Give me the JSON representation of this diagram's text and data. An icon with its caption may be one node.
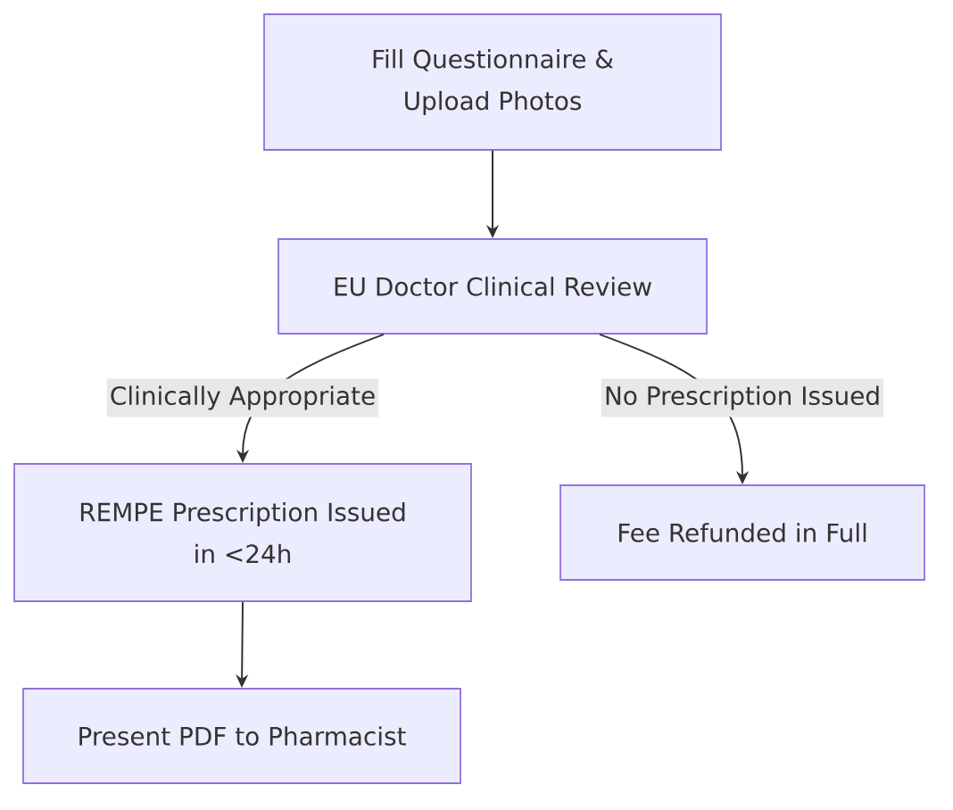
{
  "diagram": {
    "nodes": [
      {
        "text": [
          "Fill Questionnaire & Upload Photos"
        ]
      },
      {
        "text": [
          "EU Doctor Clinical Review"
        ]
      },
      {
        "text": [
          "REMPE Prescription Issued in <24h"
        ]
      },
      {
        "text": [
          "Fee Refunded in Full"
        ]
      },
      {
        "text": [
          "Present PDF to Pharmacist"
        ]
      }
    ],
    "edges": [
      {
        "from": 0,
        "to": 1,
        "arrow": "to"
      },
      {
        "from": 1,
        "to": 2,
        "arrow": "to",
        "label": "Clinically Appropriate"
      },
      {
        "from": 1,
        "to": 3,
        "arrow": "to",
        "label": "No Prescription Issued"
      },
      {
        "from": 2,
        "to": 4,
        "arrow": "to"
      }
    ]
  }
}
